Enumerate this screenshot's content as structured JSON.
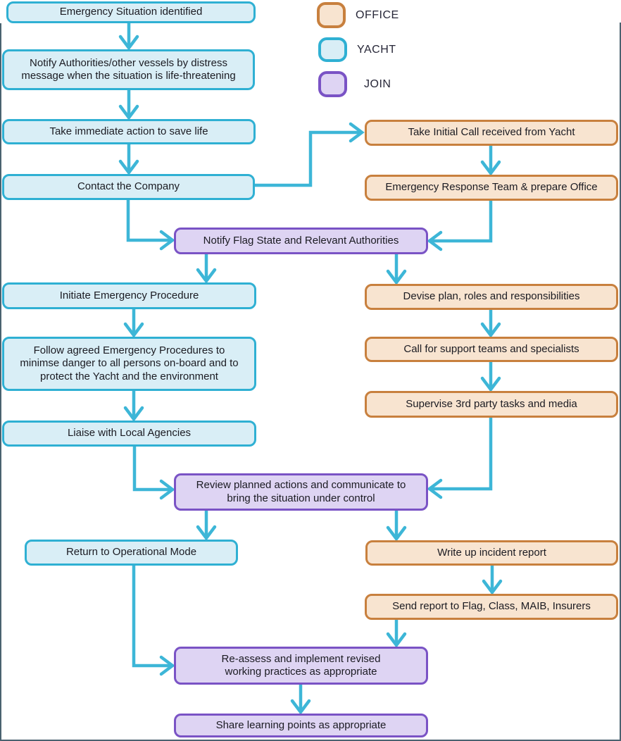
{
  "legend": {
    "items": [
      {
        "id": "office",
        "label": "OFFICE",
        "fill": "#f8e4d0",
        "border": "#c8803e"
      },
      {
        "id": "yacht",
        "label": "YACHT",
        "fill": "#d9eef6",
        "border": "#2fb0d3"
      },
      {
        "id": "join",
        "label": "JOIN",
        "fill": "#ded4f3",
        "border": "#7a53c5"
      }
    ]
  },
  "nodes": {
    "emergency_identified": "Emergency Situation identified",
    "notify_authorities": "Notify Authorities/other vessels by distress message when the situation is life-threatening",
    "immediate_action": "Take immediate action to save life",
    "contact_company": "Contact the Company",
    "initial_call": "Take Initial Call received from Yacht",
    "response_team": "Emergency Response Team & prepare Office",
    "notify_flag": "Notify Flag State and Relevant Authorities",
    "initiate_procedure": "Initiate Emergency Procedure",
    "follow_procedures": "Follow agreed Emergency Procedures to minimse danger to all persons on-board and to protect the Yacht and the environment",
    "liaise_agencies": "Liaise with Local Agencies",
    "devise_plan": "Devise plan, roles and responsibilities",
    "call_support": "Call for support teams and specialists",
    "supervise_third_party": "Supervise 3rd party tasks and media",
    "review_actions": "Review planned actions and communicate to bring the situation under control",
    "return_operational": "Return to Operational Mode",
    "write_report": "Write up incident report",
    "send_report": "Send report to Flag, Class, MAIB, Insurers",
    "reassess": "Re-assess and implement revised working practices as appropriate",
    "share_learning": "Share learning points as appropriate"
  },
  "colors": {
    "yacht_fill": "#d9eef6",
    "yacht_border": "#2fb0d3",
    "office_fill": "#f8e4d0",
    "office_border": "#c8803e",
    "join_fill": "#ded4f3",
    "join_border": "#7a53c5",
    "arrow": "#3db6d7",
    "frame": "#4a6270",
    "text": "#1b1b22"
  }
}
